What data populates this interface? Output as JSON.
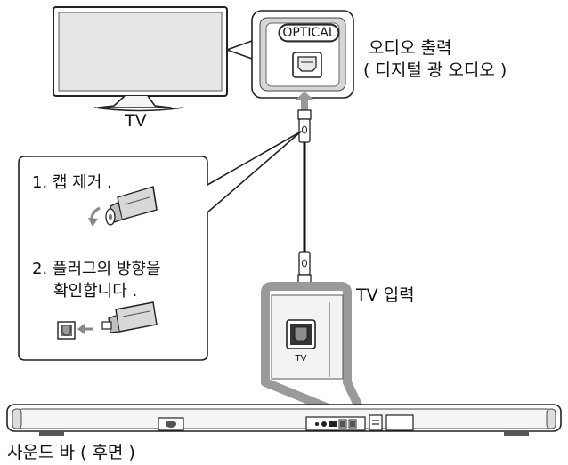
{
  "tv": {
    "label": "TV"
  },
  "tv_port": {
    "badge": "OPTICAL",
    "caption_line1": "오디오 출력",
    "caption_line2": "( 디지털 광 오디오 )"
  },
  "steps": {
    "step1": "1. 캡 제거 .",
    "step2_line1": "2. 플러그의 방향을",
    "step2_line2": "확인합니다 ."
  },
  "soundbar_port": {
    "caption": "TV 입력",
    "port_label": "TV"
  },
  "soundbar": {
    "caption": "사운드 바 ( 후면 )"
  }
}
